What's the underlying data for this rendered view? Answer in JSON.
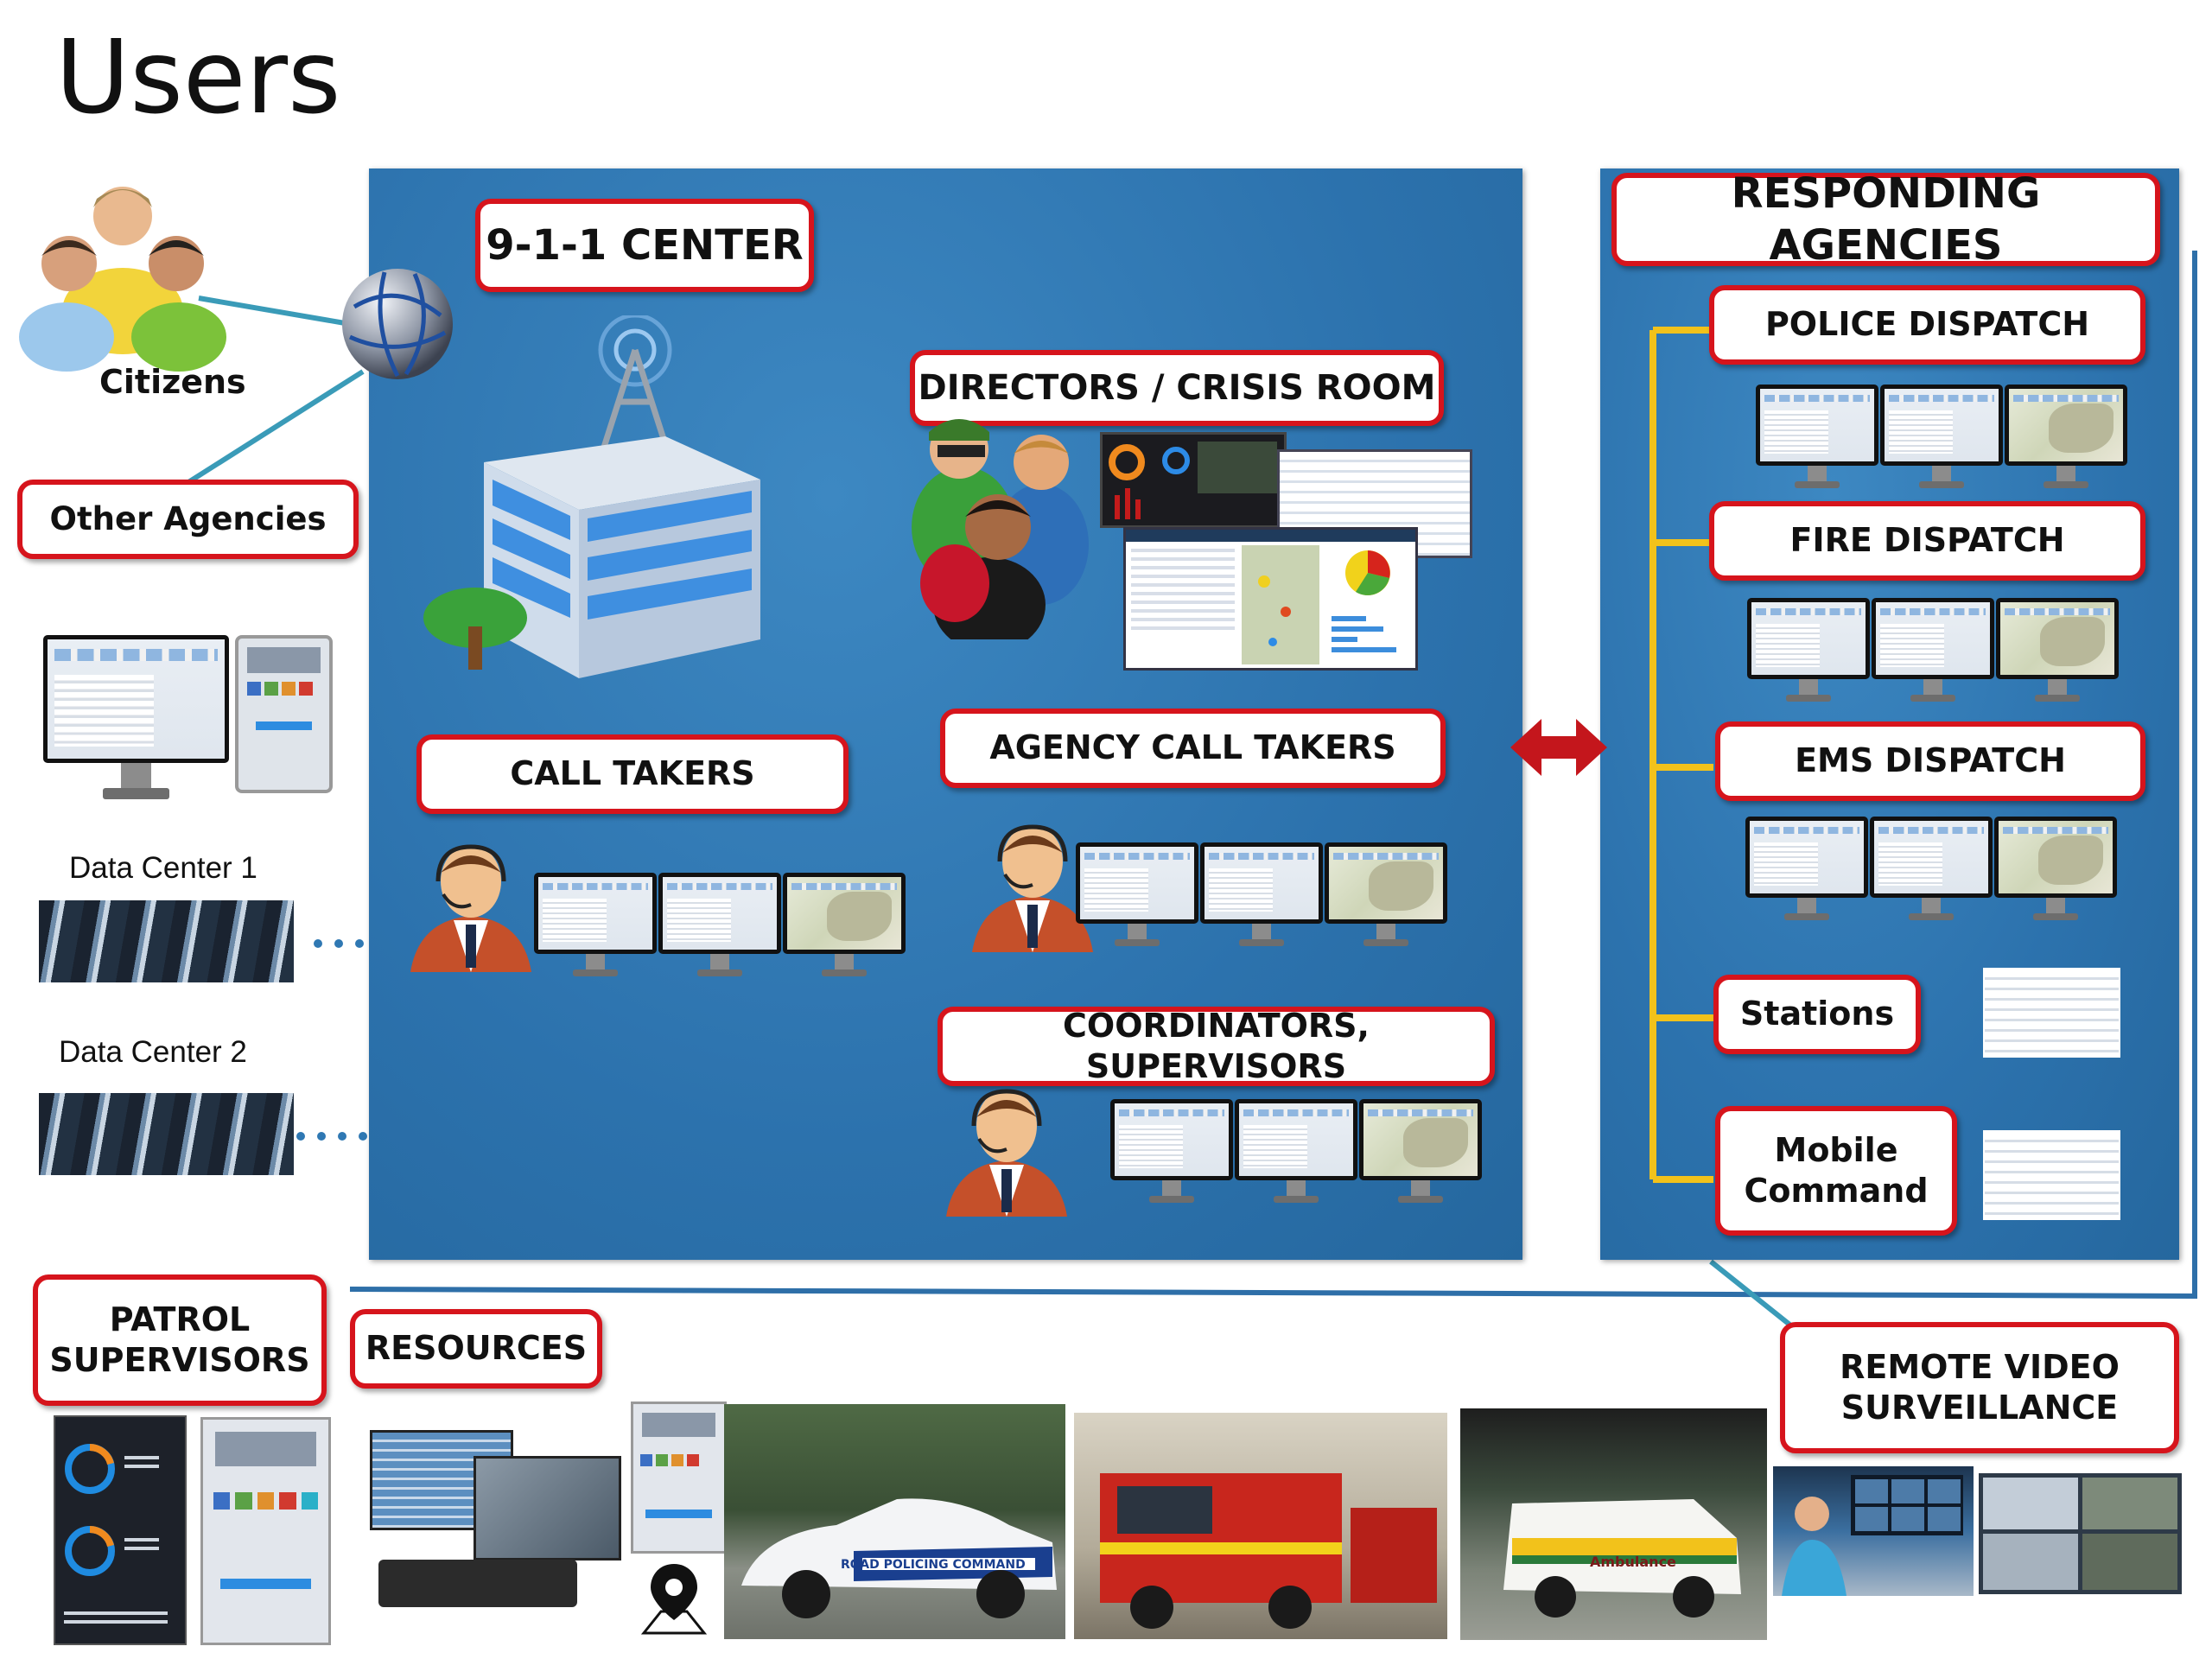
{
  "page_title": "Users",
  "left": {
    "citizens": "Citizens",
    "other_agencies": "Other Agencies",
    "data_center_1": "Data Center 1",
    "data_center_2": "Data Center 2"
  },
  "center": {
    "title": "9-1-1 CENTER",
    "directors": "DIRECTORS / CRISIS ROOM",
    "call_takers": "CALL TAKERS",
    "agency_call_takers": "AGENCY CALL TAKERS",
    "coordinators": "COORDINATORS, SUPERVISORS"
  },
  "agencies": {
    "title": "RESPONDING AGENCIES",
    "police": "POLICE DISPATCH",
    "fire": "FIRE DISPATCH",
    "ems": "EMS DISPATCH",
    "stations": "Stations",
    "mobile_command": "Mobile\nCommand"
  },
  "bottom": {
    "patrol": "PATROL\nSUPERVISORS",
    "resources": "RESOURCES",
    "remote_video": "REMOTE VIDEO\nSURVEILLANCE",
    "police_car_text": "ROAD POLICING COMMAND",
    "ambulance_text": "Ambulance"
  },
  "colors": {
    "panel": "#2f78b3",
    "label_border": "#d6141c",
    "connector": "#f2c21b",
    "arrow": "#c4161c",
    "line": "#3a9bb8"
  },
  "icons": [
    "globe-icon",
    "users-icon",
    "building-icon",
    "headset-operator-icon",
    "map-pin-icon",
    "double-arrow-icon"
  ]
}
